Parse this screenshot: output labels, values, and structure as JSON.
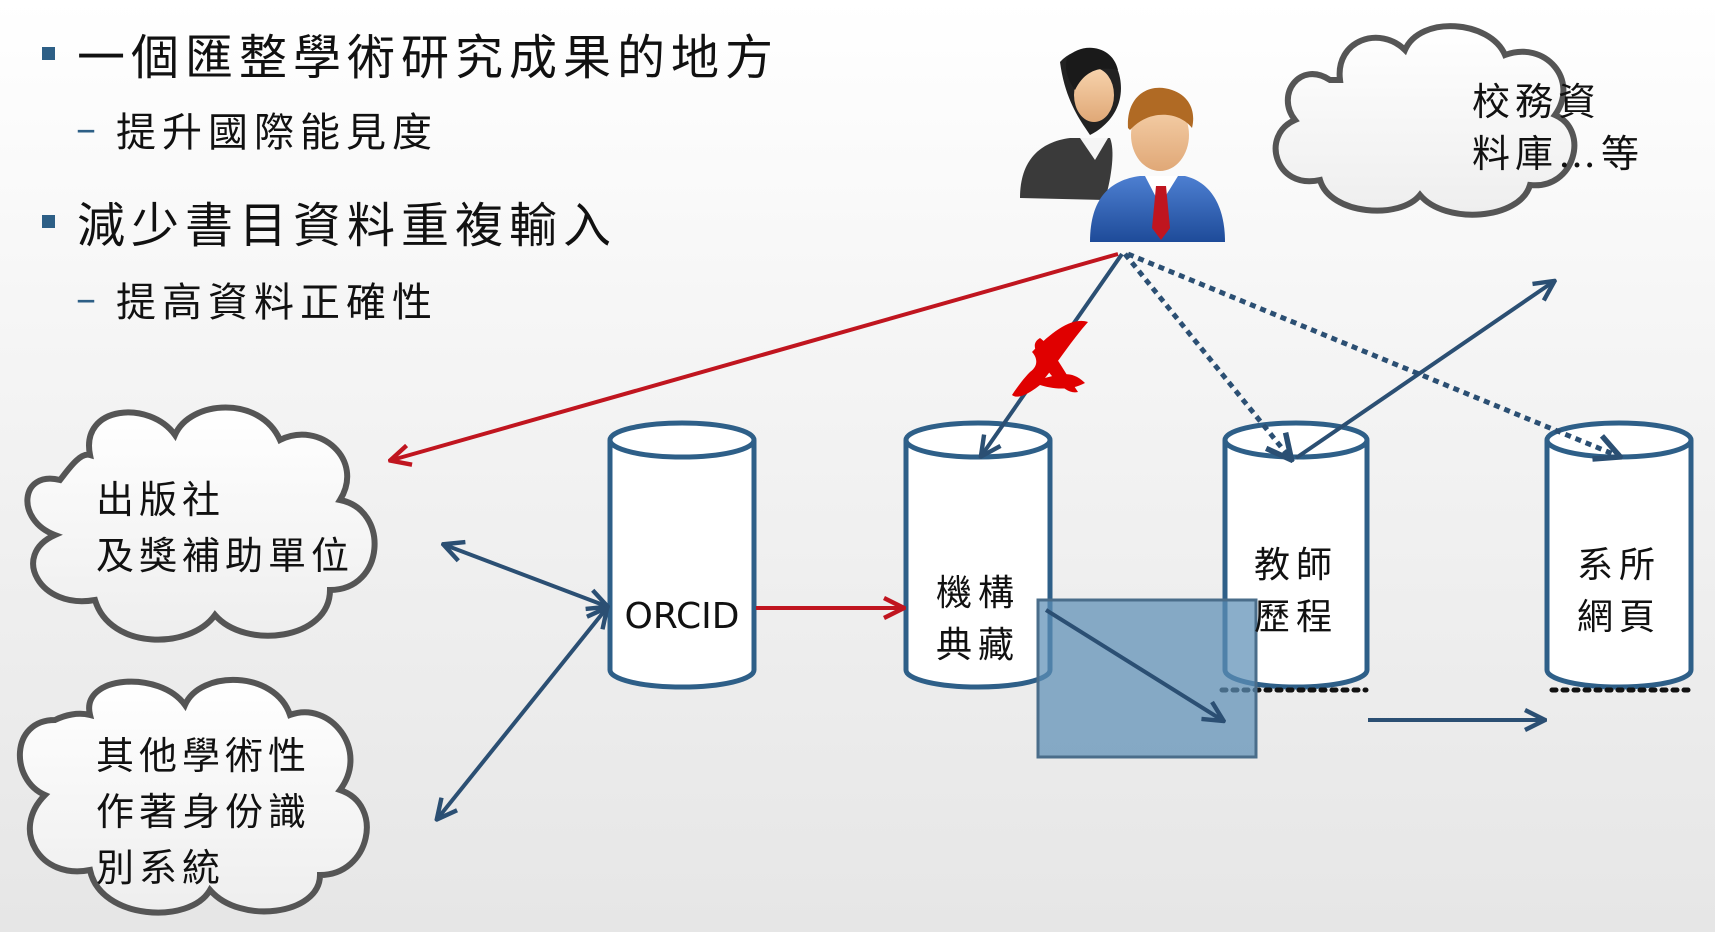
{
  "bullets": {
    "item1": "一個匯整學術研究成果的地方",
    "item1_sub": "提升國際能見度",
    "item2": "減少書目資料重複輸入",
    "item2_sub": "提高資料正確性",
    "dash": "–"
  },
  "clouds": {
    "publisher_line1": "出版社",
    "publisher_line2": "及獎補助單位",
    "other_line1": "其他學術性",
    "other_line2": "作著身份識",
    "other_line3": "別系統",
    "school_line1": "校務資",
    "school_line2": "料庫…等"
  },
  "cylinders": {
    "orcid": "ORCID",
    "ir_line1": "機構",
    "ir_line2": "典藏",
    "faculty_line1": "教師",
    "faculty_line2": "歷程",
    "dept_line1": "系所",
    "dept_line2": "網頁"
  },
  "colors": {
    "arrow_blue": "#2b4f73",
    "arrow_red": "#c0151f",
    "cylinder_stroke": "#2e5f88",
    "overlay_fill": "#5d8fb5",
    "cloud_stroke": "#555555"
  },
  "icons": {
    "users": "users-icon",
    "forbidden": "red-x-icon"
  }
}
